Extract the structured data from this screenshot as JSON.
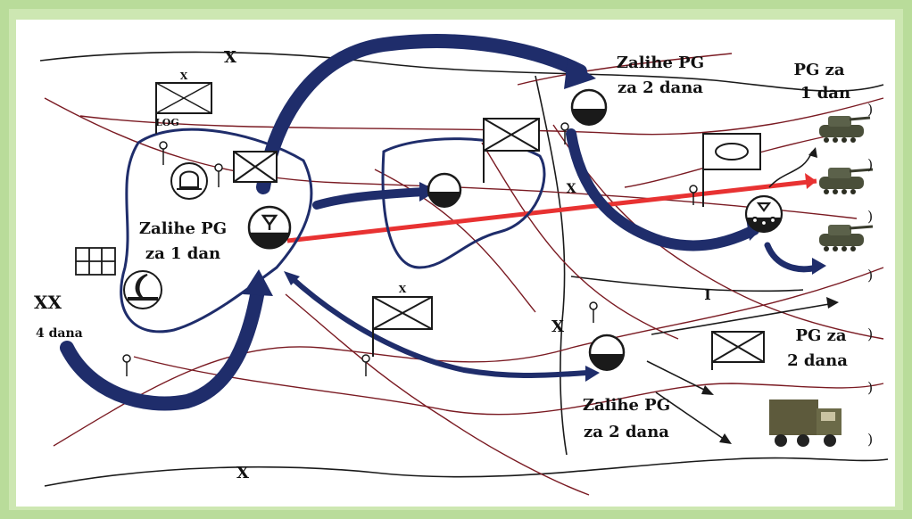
{
  "colors": {
    "frame": "#b9dc9a",
    "paper": "#ffffff",
    "route": "#1f2d6b",
    "boundary": "#7a1a22",
    "road": "#1a1a1a",
    "supply_line": "#e83232"
  },
  "labels": {
    "xx_unit": "XX",
    "xx_days": "4 dana",
    "left_supply_1": "Zalihe PG",
    "left_supply_2": "za 1 dan",
    "top_supply_1": "Zalihe PG",
    "top_supply_2": "za 2 dana",
    "right_top_1": "PG za",
    "right_top_2": "1 dan",
    "right_mid_1": "PG za",
    "right_mid_2": "2 dana",
    "bottom_supply_1": "Zalihe PG",
    "bottom_supply_2": "za 2 dana",
    "log_label": "LOG",
    "x_top": "X",
    "x_bottom": "X",
    "x_left": "X",
    "x_mid": "X",
    "x_flag": "X",
    "x_log": "X",
    "i_mark": "I"
  },
  "icons": [
    "tank-icon",
    "truck-icon",
    "unit-flag-icon",
    "supply-point-icon",
    "fuel-point-icon",
    "medical-icon",
    "night-icon",
    "storage-icon"
  ]
}
